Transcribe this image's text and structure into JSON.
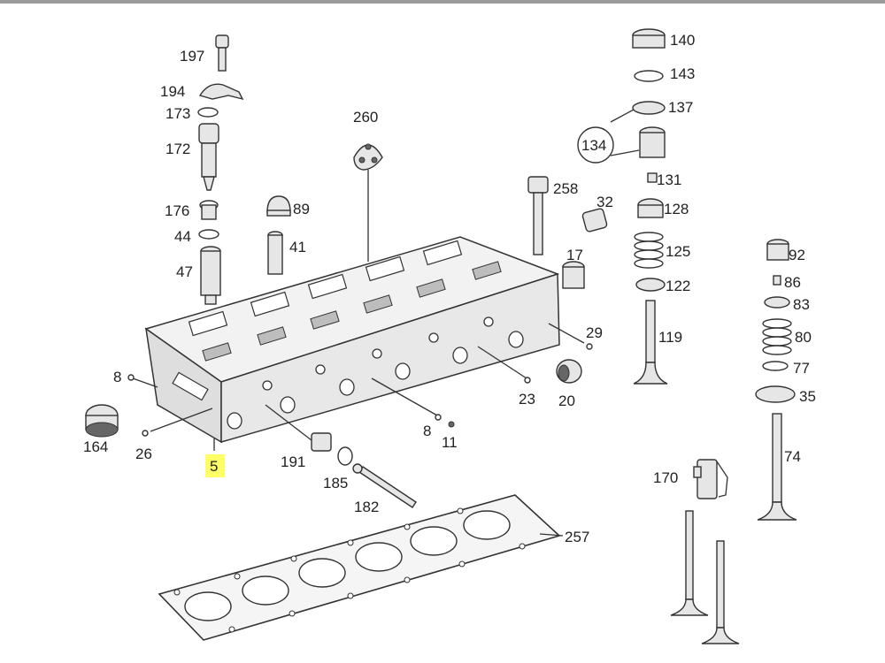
{
  "diagram": {
    "labels": {
      "p197": "197",
      "p194": "194",
      "p173": "173",
      "p172": "172",
      "p176": "176",
      "p44": "44",
      "p47": "47",
      "p89": "89",
      "p41": "41",
      "p260": "260",
      "p140": "140",
      "p143": "143",
      "p137": "137",
      "p134": "134",
      "p131": "131",
      "p128": "128",
      "p125": "125",
      "p122": "122",
      "p119": "119",
      "p258": "258",
      "p32": "32",
      "p17": "17",
      "p29": "29",
      "p23": "23",
      "p20": "20",
      "p92": "92",
      "p86": "86",
      "p83": "83",
      "p80": "80",
      "p77": "77",
      "p35": "35",
      "p74": "74",
      "p8a": "8",
      "p164": "164",
      "p26": "26",
      "p5": "5",
      "p191": "191",
      "p185": "185",
      "p182": "182",
      "p8b": "8",
      "p11": "11",
      "p170": "170",
      "p257": "257"
    },
    "highlight_color": "#ffff66",
    "highlighted_label": "5"
  }
}
